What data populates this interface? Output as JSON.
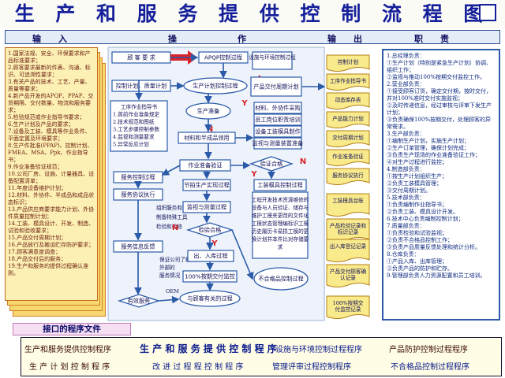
{
  "title": "生 产 和 服 务 提 供 控 制 流 程 图",
  "columns": {
    "input": "输　　入",
    "operation": "操　　　　　　　作",
    "output": "输　　出",
    "responsibility": "职　　责"
  },
  "input_text": "1.国家法规、安全、环保要求和产品标准要求；\n2.顾客要求最新的件表、沟通、标识、可追溯性要求；\n3.有关产品的技术、工艺、产量、质量等要求；\n4.新产品开发的APQP、PPAP、交货期限、交付数量、物流和服务要求；\n5.检验规范或作业指导书要求；\n6.生产计划及产品的要求；\n7.设备及工装、模具等作业条件、平面定置及环境要求；\n8.生产件批准(PPAP)、控制计划、FMEA、MSA、Ppk、作业指导书；\n9.作业准备验证规范；\n10.公司厂房、设施、计量器具、设备配置清单；\n11.年度设备维护计划；\n12.材料、外协件、半成品和成品状态标识；\n13.产品供应商要求能力计划、外协件质量控制计划；\n14.工装、模具设计、开发、制造、试验和验收要求；\n15.产品交付周期计划；\n16.产品放行及搬运贮存防护要求；\n17.顾客满意度调查；\n18.产品交付后的服务；\n19.生产和服务的提供过程确认准则。",
  "responsibility_text": "1.总经理负责：\n①生产计划（特别是紧急生产计划）协调、组织工作；\n②监视与推动100%按期交付监控工作。\n2.营业部负责：\n①接受顾客订货，确定交付期，按时交付，并对100%准时交付实施监视；\n②及时传递信息，经过审核与评审下发生产计划；\n③负责确保100%按期交付，处理顾客的异常需求。\n3.生产部负责：\n①编制生产计划，实施生产计划；\n②生产订单管理，确保计划完成；\n③负责生产现场的作业准备验证工作；\n④对生产过程进行监控；\n4.制造部负责：\n①按生产计划组织生产；\n②负责工装模具管理；\n③交付周期计划。\n5.技术部负责：\n①负责编制作业指导书；\n②负责工装、模具设计开发。\n6.技术中心负责编制控制计划；\n7.质量部负责：\n①负责检验和试验监视；\n②负责不合格品控制工作；\n③负责产品质量反馈处理和统计分析。\n8.仓库负责：\n①产品入库、出库管理；\n②负责产品的防护和贮存。\n9.管理部负责人力资源配置和员工培训。",
  "flow": {
    "customer_req": "顾 客 要 求",
    "apqp": "APQP控制过程",
    "facility_env": "设施与环境控制过程",
    "control_plan_box": "控制计划、质量计划",
    "prod_plan": "生产计划控制过程",
    "delivery_plan": "产品交付周期计划",
    "ready_check": "生产准备",
    "material_ready": "材料、外协件采购",
    "staff_ready": "员工岗位职责培训",
    "equip_mold": "设备工装模具制作",
    "monitor_equip": "监视与测量装置准备",
    "work_instructions": [
      "工序作业指导书",
      "1.首前作业准备规定",
      "2.技术规范和图纸",
      "3.工艺步骤控制参数",
      "4.监视和测量要求",
      "5.异常反应计划"
    ],
    "material_receive": "材料和半成品领用",
    "job_verify": "作业准备验证",
    "verify_pass": "验证合格",
    "service_ctrl": "服务控制过程",
    "service_exec": "服务协议执行",
    "service_sub": [
      "组织服务和协调",
      "制备特殊工具",
      "检验和检修"
    ],
    "service_feedback": "服务信息反馈",
    "feedback_sub": [
      "保证公司了解",
      "外部的",
      "服务情况"
    ],
    "effective_service": "有效服务",
    "oem": "OEM",
    "node_prod": "节拍生产实现过程",
    "monitor_measure": "监视与测量过程",
    "check_pass": "检验合格",
    "warehouse": "出、入库过程",
    "delivery_monitor": "100%按期交付监控",
    "customer_related": "与顾客有关的过程",
    "nonconform": "不合格品控制过程",
    "tooling_ctrl": "工装模具控制过程",
    "tooling_text": "工程开发技术资源维修的设备与人员验证、储存与维护工模夹更改的文件化工模状态管理编标识工模历史履历卡易损工模的更换计划并本件比对存储要求",
    "pass_y": "Y",
    "fail_n": "N",
    "inspect_label": "检验合格"
  },
  "output_items": [
    "控制计划",
    "工序作业指导书",
    "动态库存表",
    "产品能力计划",
    "交付周期计划",
    "作业准备验证",
    "服务协议执行",
    "工装模具台账",
    "产品检验记录和标识记录",
    "出入库登记记录",
    "产品交付顾客确认记录",
    "100%按期交付监控记录"
  ],
  "interface": {
    "title": "接口的程序文件",
    "row1": [
      "生产和服务提供控制程序",
      "生 产 和 服 务 提 供 控 制 程 序",
      "设施与环境控制过程程序",
      "产品防护控制过程程序"
    ],
    "row2": [
      "生 产 计 划 控 制 程 序",
      "改 进 过 程 程 控 制 程 序",
      "管理评审过程控制程序",
      "不合格品控制过程程序"
    ]
  },
  "colors": {
    "title_blue": "#16209a",
    "box_border": "#2a5aa8",
    "arrow_red": "#d8232a",
    "arrow_blue": "#2a5aa8",
    "left_yellow": "#fdf0b4",
    "output_fill": "#f9ea8c"
  }
}
